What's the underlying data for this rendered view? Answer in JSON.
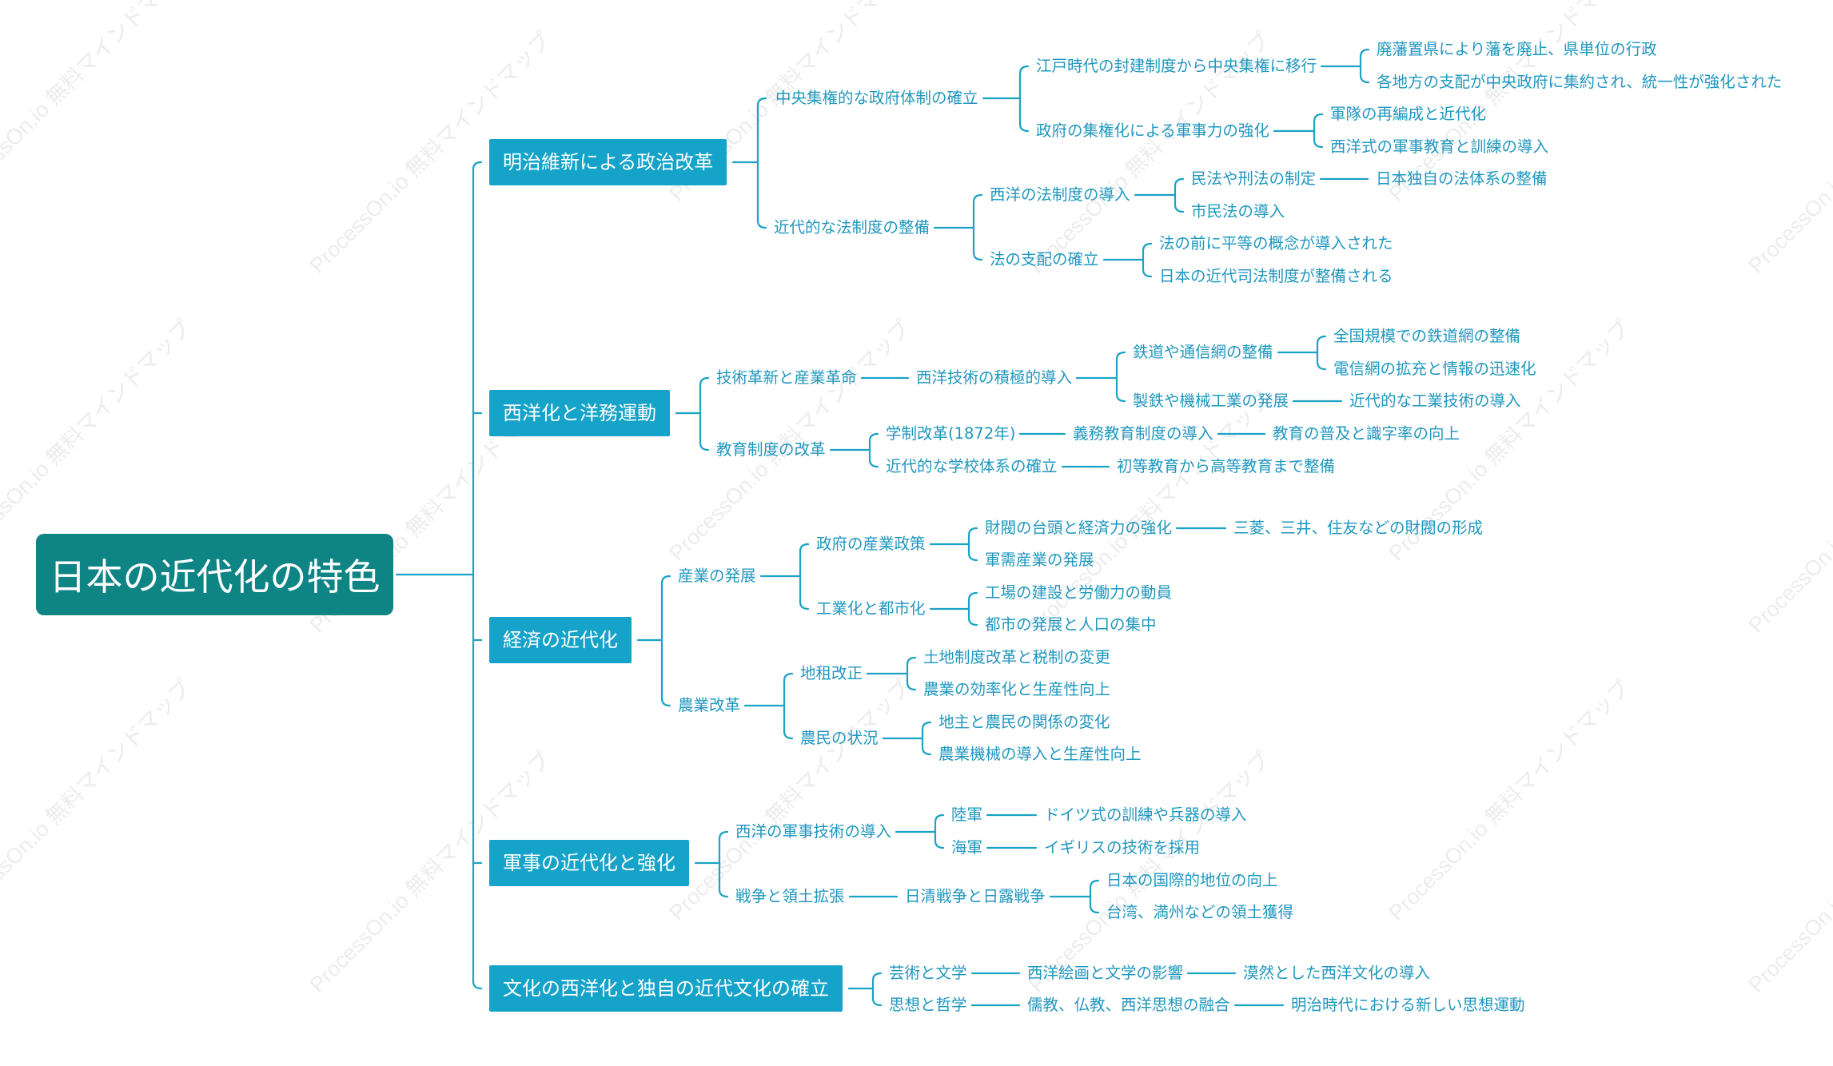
{
  "watermark": "ProcessOn.io 無料マインドマップ",
  "colors": {
    "root_bg": "#0e8484",
    "topic_bg": "#15a3c9",
    "line": "#1aa3c4",
    "text": "#1f97bf"
  },
  "mindmap": {
    "root": "日本の近代化の特色",
    "topics": [
      {
        "label": "明治維新による政治改革",
        "children": [
          {
            "label": "中央集権的な政府体制の確立",
            "children": [
              {
                "label": "江戸時代の封建制度から中央集権に移行",
                "children": [
                  {
                    "label": "廃藩置県により藩を廃止、県単位の行政"
                  },
                  {
                    "label": "各地方の支配が中央政府に集約され、統一性が強化された"
                  }
                ]
              },
              {
                "label": "政府の集権化による軍事力の強化",
                "children": [
                  {
                    "label": "軍隊の再編成と近代化"
                  },
                  {
                    "label": "西洋式の軍事教育と訓練の導入"
                  }
                ]
              }
            ]
          },
          {
            "label": "近代的な法制度の整備",
            "children": [
              {
                "label": "西洋の法制度の導入",
                "children": [
                  {
                    "label": "民法や刑法の制定",
                    "children": [
                      {
                        "label": "日本独自の法体系の整備"
                      }
                    ]
                  },
                  {
                    "label": "市民法の導入"
                  }
                ]
              },
              {
                "label": "法の支配の確立",
                "children": [
                  {
                    "label": "法の前に平等の概念が導入された"
                  },
                  {
                    "label": "日本の近代司法制度が整備される"
                  }
                ]
              }
            ]
          }
        ]
      },
      {
        "label": "西洋化と洋務運動",
        "children": [
          {
            "label": "技術革新と産業革命",
            "children": [
              {
                "label": "西洋技術の積極的導入",
                "children": [
                  {
                    "label": "鉄道や通信網の整備",
                    "children": [
                      {
                        "label": "全国規模での鉄道網の整備"
                      },
                      {
                        "label": "電信網の拡充と情報の迅速化"
                      }
                    ]
                  },
                  {
                    "label": "製鉄や機械工業の発展",
                    "children": [
                      {
                        "label": "近代的な工業技術の導入"
                      }
                    ]
                  }
                ]
              }
            ]
          },
          {
            "label": "教育制度の改革",
            "children": [
              {
                "label": "学制改革(1872年)",
                "children": [
                  {
                    "label": "義務教育制度の導入",
                    "children": [
                      {
                        "label": "教育の普及と識字率の向上"
                      }
                    ]
                  }
                ]
              },
              {
                "label": "近代的な学校体系の確立",
                "children": [
                  {
                    "label": "初等教育から高等教育まで整備"
                  }
                ]
              }
            ]
          }
        ]
      },
      {
        "label": "経済の近代化",
        "children": [
          {
            "label": "産業の発展",
            "children": [
              {
                "label": "政府の産業政策",
                "children": [
                  {
                    "label": "財閥の台頭と経済力の強化",
                    "children": [
                      {
                        "label": "三菱、三井、住友などの財閥の形成"
                      }
                    ]
                  },
                  {
                    "label": "軍需産業の発展"
                  }
                ]
              },
              {
                "label": "工業化と都市化",
                "children": [
                  {
                    "label": "工場の建設と労働力の動員"
                  },
                  {
                    "label": "都市の発展と人口の集中"
                  }
                ]
              }
            ]
          },
          {
            "label": "農業改革",
            "children": [
              {
                "label": "地租改正",
                "children": [
                  {
                    "label": "土地制度改革と税制の変更"
                  },
                  {
                    "label": "農業の効率化と生産性向上"
                  }
                ]
              },
              {
                "label": "農民の状況",
                "children": [
                  {
                    "label": "地主と農民の関係の変化"
                  },
                  {
                    "label": "農業機械の導入と生産性向上"
                  }
                ]
              }
            ]
          }
        ]
      },
      {
        "label": "軍事の近代化と強化",
        "children": [
          {
            "label": "西洋の軍事技術の導入",
            "children": [
              {
                "label": "陸軍",
                "children": [
                  {
                    "label": "ドイツ式の訓練や兵器の導入"
                  }
                ]
              },
              {
                "label": "海軍",
                "children": [
                  {
                    "label": "イギリスの技術を採用"
                  }
                ]
              }
            ]
          },
          {
            "label": "戦争と領土拡張",
            "children": [
              {
                "label": "日清戦争と日露戦争",
                "children": [
                  {
                    "label": "日本の国際的地位の向上"
                  },
                  {
                    "label": "台湾、満州などの領土獲得"
                  }
                ]
              }
            ]
          }
        ]
      },
      {
        "label": "文化の西洋化と独自の近代文化の確立",
        "children": [
          {
            "label": "芸術と文学",
            "children": [
              {
                "label": "西洋絵画と文学の影響",
                "children": [
                  {
                    "label": "漠然とした西洋文化の導入"
                  }
                ]
              }
            ]
          },
          {
            "label": "思想と哲学",
            "children": [
              {
                "label": "儒教、仏教、西洋思想の融合",
                "children": [
                  {
                    "label": "明治時代における新しい思想運動"
                  }
                ]
              }
            ]
          }
        ]
      }
    ]
  }
}
